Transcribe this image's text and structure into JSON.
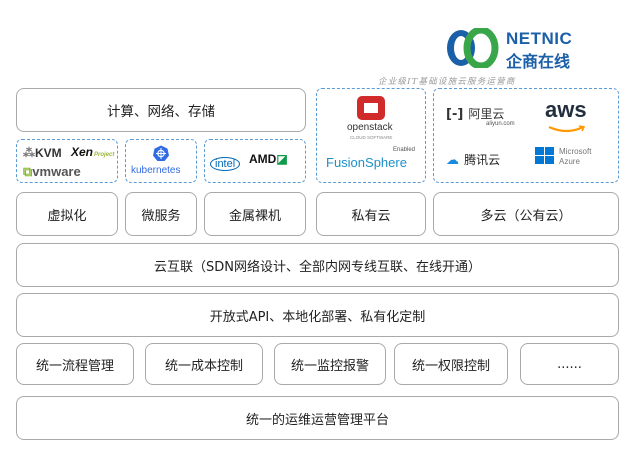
{
  "brand": {
    "name": "NETNIC",
    "subtitle": "企商在线",
    "slogan": "企业级IT基础设施云服务运营商"
  },
  "colors": {
    "border": "#a9a9a9",
    "dashed_border": "#5b9bd5",
    "brand_blue": "#1b5fa8",
    "brand_green": "#3aa64a",
    "openstack_red": "#d12a2a",
    "aws_orange": "#ff9900",
    "azure_blue": "#0078d4"
  },
  "top_row": {
    "compute_network_storage": "计算、网络、存储"
  },
  "logos": {
    "kvm": "KVM",
    "xen": "Xen",
    "xen_sub": "Project",
    "vmware": "vmware",
    "kubernetes": "kubernetes",
    "intel": "intel",
    "amd": "AMD",
    "openstack": "openstack",
    "openstack_sub": "CLOUD SOFTWARE",
    "fusionsphere": "FusionSphere",
    "fusionsphere_sub": "Enabled",
    "aliyun": "阿里云",
    "aliyun_sub": "aliyun.com",
    "aws": "aws",
    "tencent": "腾讯云",
    "azure": "Microsoft",
    "azure_sub": "Azure"
  },
  "row_services": {
    "virtualization": "虚拟化",
    "microservices": "微服务",
    "bare_metal": "金属裸机",
    "private_cloud": "私有云",
    "multi_cloud": "多云（公有云）"
  },
  "interconnect": "云互联（SDN网络设计、全部内网专线互联、在线开通）",
  "open_api": "开放式API、本地化部署、私有化定制",
  "unified": {
    "process": "统一流程管理",
    "cost": "统一成本控制",
    "monitoring": "统一监控报警",
    "permission": "统一权限控制",
    "more": "......"
  },
  "platform": "统一的运维运营管理平台"
}
